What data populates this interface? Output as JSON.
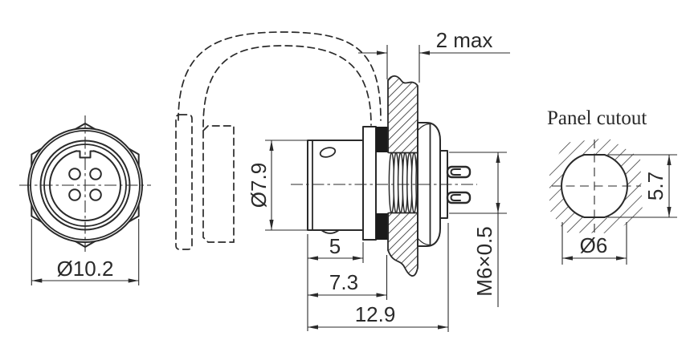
{
  "colors": {
    "line": "#2a2a2a",
    "background": "#ffffff",
    "gasket": "#1b1b1b"
  },
  "views": {
    "front": {
      "label": "connector-front-view",
      "pin_count": 4,
      "dimensions": {
        "outer_diameter": "Ø10.2"
      }
    },
    "side": {
      "label": "connector-side-view-panel-mounted",
      "dimensions": {
        "body_diameter": "Ø7.9",
        "body_length": "5",
        "front_to_panel": "7.3",
        "overall_length": "12.9",
        "panel_thickness": "2 max",
        "thread_spec": "M6×0.5"
      }
    },
    "cutout": {
      "title": "Panel cutout",
      "dimensions": {
        "flat_height": "5.7",
        "hole_diameter": "Ø6"
      }
    }
  }
}
